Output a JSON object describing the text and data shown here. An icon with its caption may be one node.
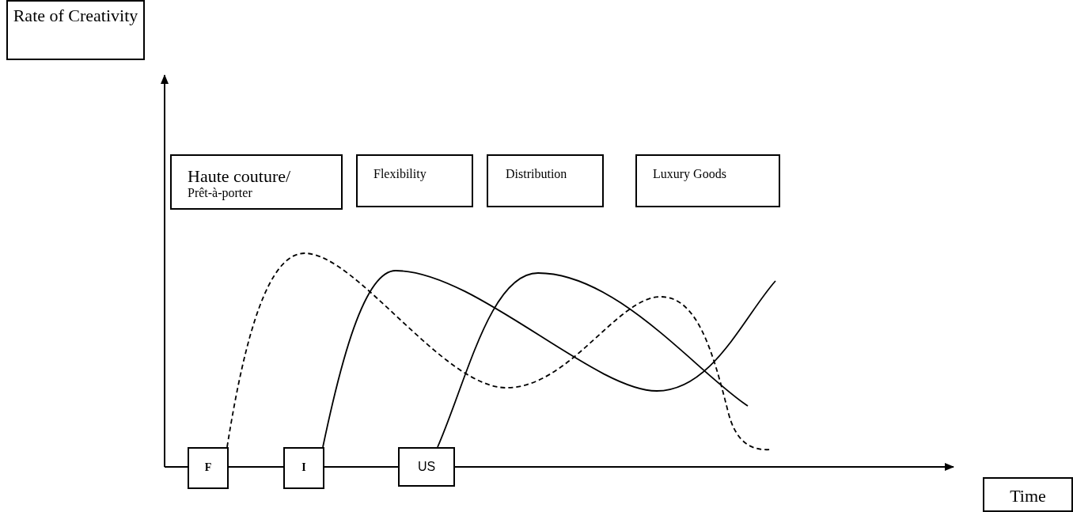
{
  "diagram": {
    "nodes": [
      {
        "text": [
          "Rate of Creativity"
        ]
      },
      {
        "text": [
          "Haute couture/",
          "Prêt-à-porter"
        ]
      },
      {
        "text": [
          "Flexibility"
        ]
      },
      {
        "text": [
          "Distribution"
        ]
      },
      {
        "text": [
          "Luxury Goods"
        ]
      },
      {
        "text": [
          "F"
        ]
      },
      {
        "text": [
          "I"
        ]
      },
      {
        "text": [
          "US"
        ]
      },
      {
        "text": [
          "Time"
        ]
      }
    ]
  }
}
